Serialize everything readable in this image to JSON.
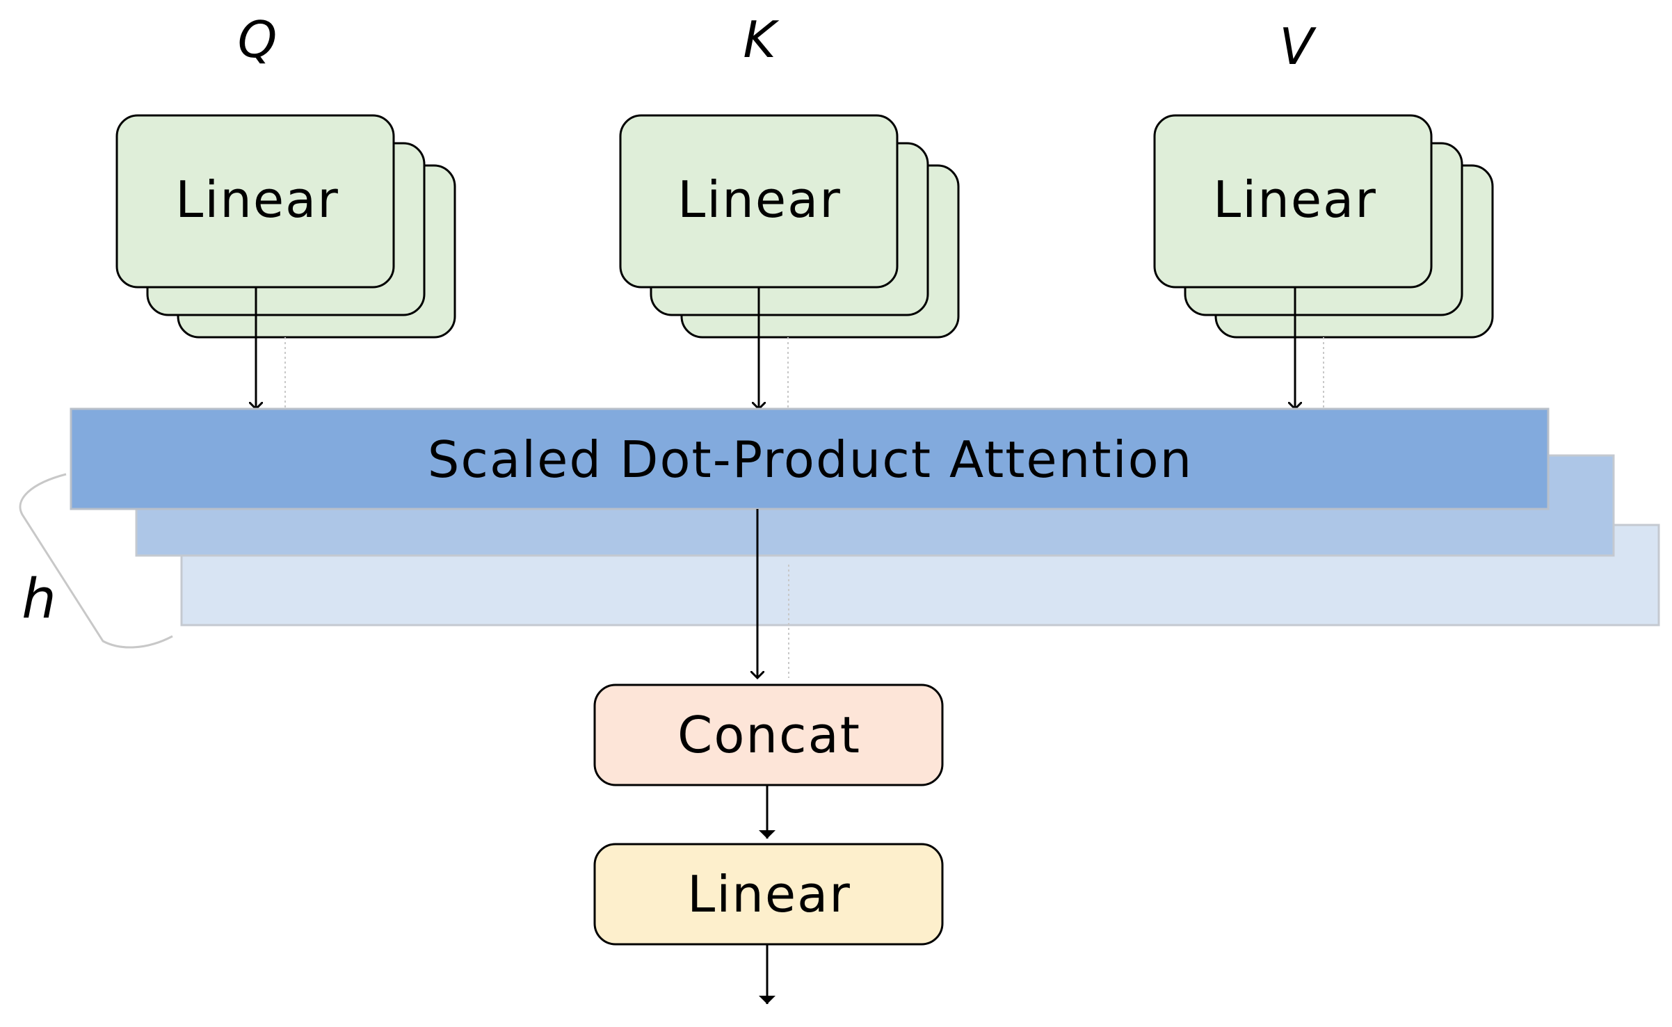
{
  "inputs": {
    "q": "Q",
    "k": "K",
    "v": "V"
  },
  "projections": {
    "q_label": "Linear",
    "k_label": "Linear",
    "v_label": "Linear"
  },
  "attention": {
    "label": "Scaled Dot-Product Attention"
  },
  "heads": {
    "label": "h"
  },
  "concat": {
    "label": "Concat"
  },
  "output_linear": {
    "label": "Linear"
  },
  "colors": {
    "linear_fill": "#dfeed9",
    "attention_front": "#82aadd",
    "attention_mid": "#adc6e7",
    "attention_back": "#d8e4f3",
    "concat_fill": "#fde5d8",
    "output_linear_fill": "#fdefcc",
    "stroke": "#000000"
  }
}
